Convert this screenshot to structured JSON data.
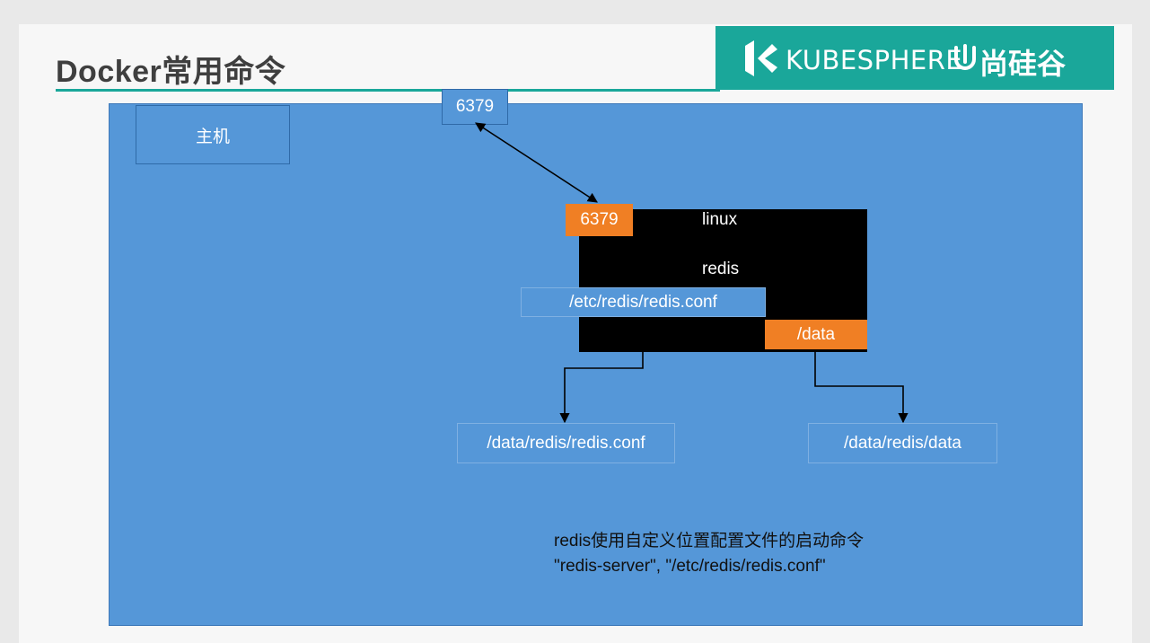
{
  "slide": {
    "title": "Docker常用命令",
    "brand": {
      "kubesphere": "KUBESPHERE",
      "atguigu": "尚硅谷",
      "background_color": "#1aa79a",
      "icons": [
        "kubesphere-logo-icon",
        "atguigu-logo-icon"
      ]
    }
  },
  "diagram": {
    "host_label": "主机",
    "host_port": "6379",
    "container": {
      "port": "6379",
      "os": "linux",
      "app": "redis",
      "config_path": "/etc/redis/redis.conf",
      "data_path": "/data"
    },
    "volumes": {
      "config": "/data/redis/redis.conf",
      "data": "/data/redis/data"
    },
    "caption": {
      "line1": "redis使用自定义位置配置文件的启动命令",
      "line2": "\"redis-server\", \"/etc/redis/redis.conf\""
    },
    "colors": {
      "host": "#5597d8",
      "container": "#000000",
      "highlight": "#f07f24"
    }
  }
}
